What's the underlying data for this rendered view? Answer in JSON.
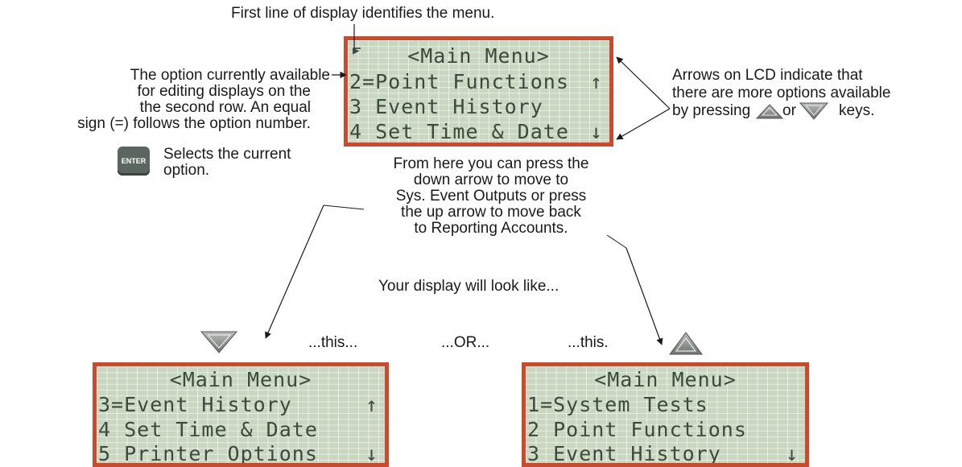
{
  "callouts": {
    "top": "First line of display identifies the menu.",
    "left": [
      "The option currently available",
      "for editing displays on the",
      "the second row. An equal",
      "sign (=) follows the option number."
    ],
    "right_line1": "Arrows on LCD indicate that",
    "right_line2": "there are more options available",
    "right_line3_pre": "by pressing",
    "right_line3_mid": "or",
    "right_line3_post": "keys.",
    "enter_key_label": "ENTER",
    "enter_desc": [
      "Selects the current",
      "option."
    ],
    "middle": [
      "From here you can press the",
      "down arrow to move to",
      "Sys. Event Outputs or press",
      "the up arrow to move back",
      "to Reporting Accounts."
    ],
    "your_display": "Your display will look like...",
    "this_left": "...this...",
    "or": "...OR...",
    "this_right": "...this."
  },
  "lcd_main": {
    "rows": [
      "<Main Menu>",
      "2=Point Functions",
      "3 Event History",
      "4 Set Time & Date"
    ],
    "arrows": [
      "",
      "↑",
      "",
      "↓"
    ],
    "cursor": "▶"
  },
  "lcd_down": {
    "rows": [
      "<Main Menu>",
      "3=Event History",
      "4 Set Time & Date",
      "5 Printer Options"
    ],
    "arrows": [
      "",
      "↑",
      "",
      "↓"
    ]
  },
  "lcd_up": {
    "rows": [
      "<Main Menu>",
      "1=System Tests",
      "2 Point Functions",
      "3 Event History"
    ],
    "arrows": [
      "",
      "",
      "",
      "↓"
    ]
  },
  "colors": {
    "lcd_border": "#c94a2c",
    "lcd_bg": "#c9d6c0",
    "lcd_text": "#3b4a3b",
    "key_gray": "#8a8f8a"
  }
}
